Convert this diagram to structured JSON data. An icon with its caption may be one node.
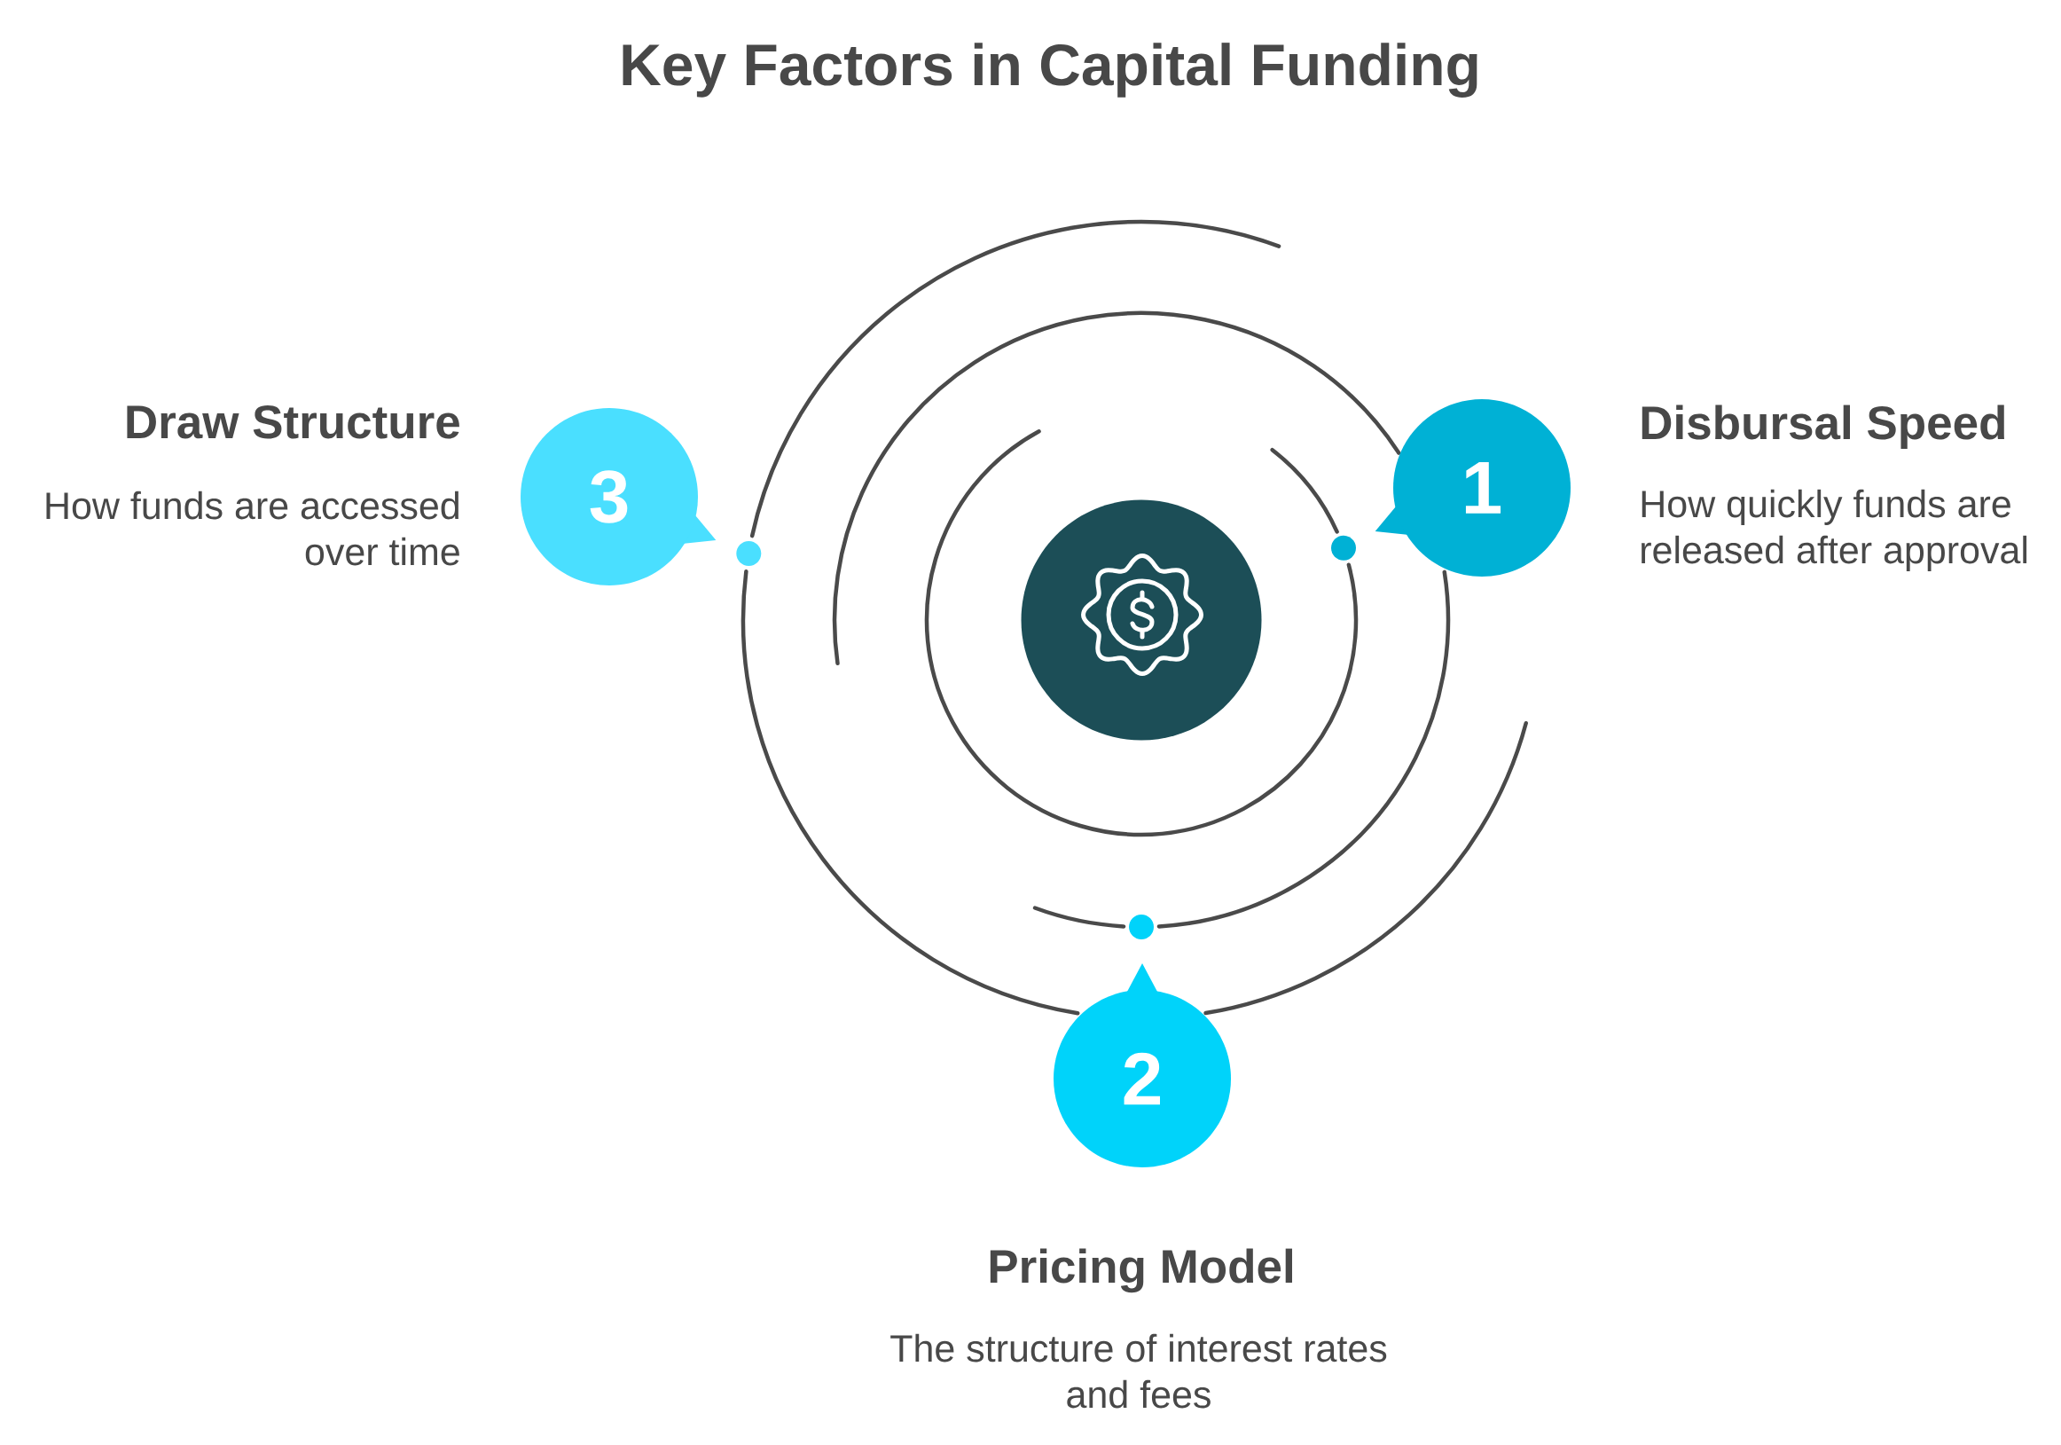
{
  "diagram": {
    "title": "Key Factors in Capital Funding",
    "nodes": [
      {
        "text": [
          "1"
        ],
        "beside": [
          "Disbursal Speed",
          "How quickly funds are released after approval"
        ]
      },
      {
        "text": [
          "2"
        ],
        "beside": [
          "Pricing Model",
          "The structure of interest rates and fees"
        ]
      },
      {
        "text": [
          "3"
        ],
        "beside": [
          "Draw Structure",
          "How funds are accessed over time"
        ]
      },
      {
        "text": [],
        "shape": "circle"
      }
    ]
  }
}
